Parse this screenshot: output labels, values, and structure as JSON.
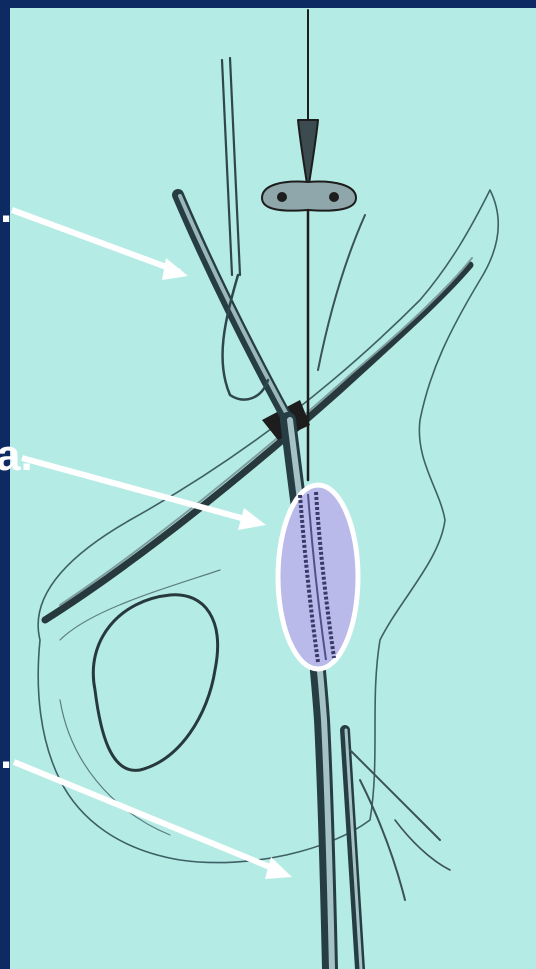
{
  "slide": {
    "background_color": "#0d2a63",
    "panel_color": "#b4ebe4",
    "highlight_color": "#b9b9ea",
    "arrow_color": "#ffffff"
  },
  "labels": [
    {
      "id": "top",
      "text": "."
    },
    {
      "id": "middle",
      "text": "a."
    },
    {
      "id": "bottom",
      "text": "."
    }
  ]
}
